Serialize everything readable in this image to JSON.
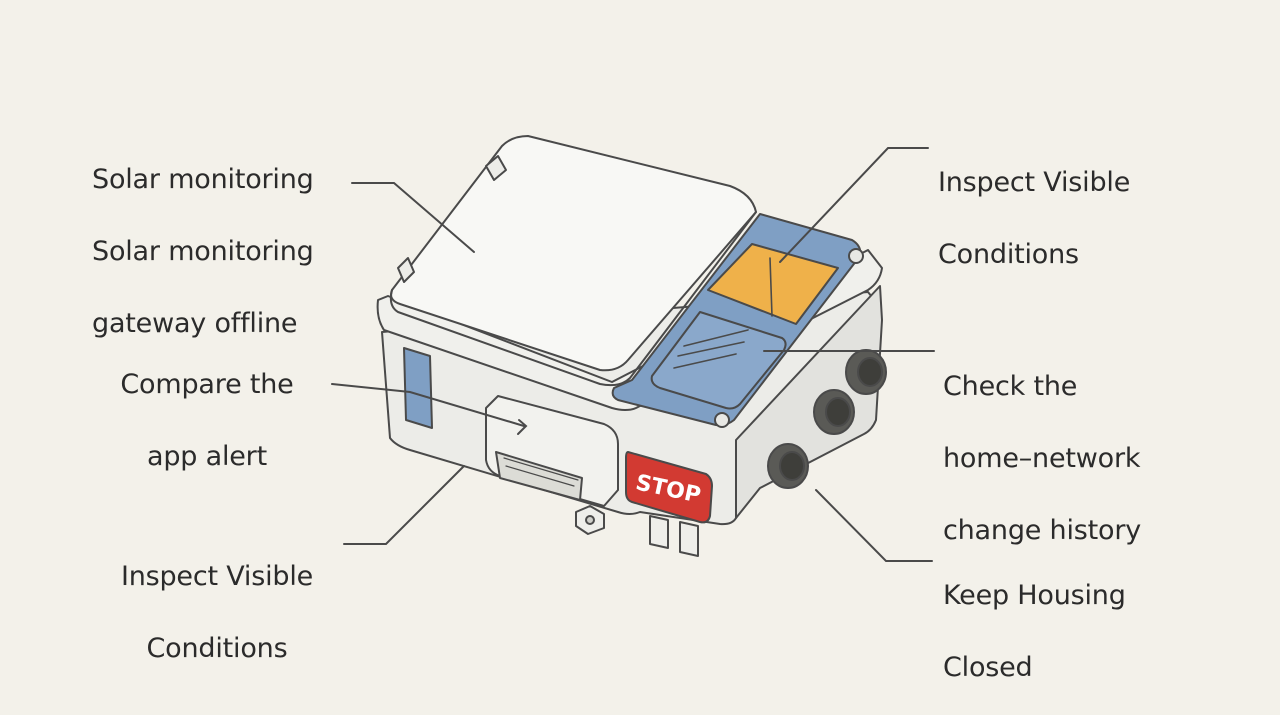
{
  "callouts": {
    "top_left": [
      "Solar monitoring",
      "Solar monitoring",
      "gateway offline"
    ],
    "mid_left": [
      "Compare the",
      "app alert"
    ],
    "bottom_left": [
      "Inspect Visible",
      "Conditions"
    ],
    "top_right": [
      "Inspect Visible",
      "Conditions"
    ],
    "mid_right": [
      "Check the",
      "home–network",
      "change history"
    ],
    "bottom_right": [
      "Keep Housing",
      "Closed"
    ]
  },
  "device": {
    "stop_label": "STOP"
  },
  "colors": {
    "background": "#f3f1ea",
    "housing": "#f6f6f3",
    "outline": "#4a4a4a",
    "blue_panel": "#7f9fc4",
    "orange_module": "#efb14a",
    "stop_red": "#d23a32",
    "side_stripe": "#7f9fc4"
  }
}
